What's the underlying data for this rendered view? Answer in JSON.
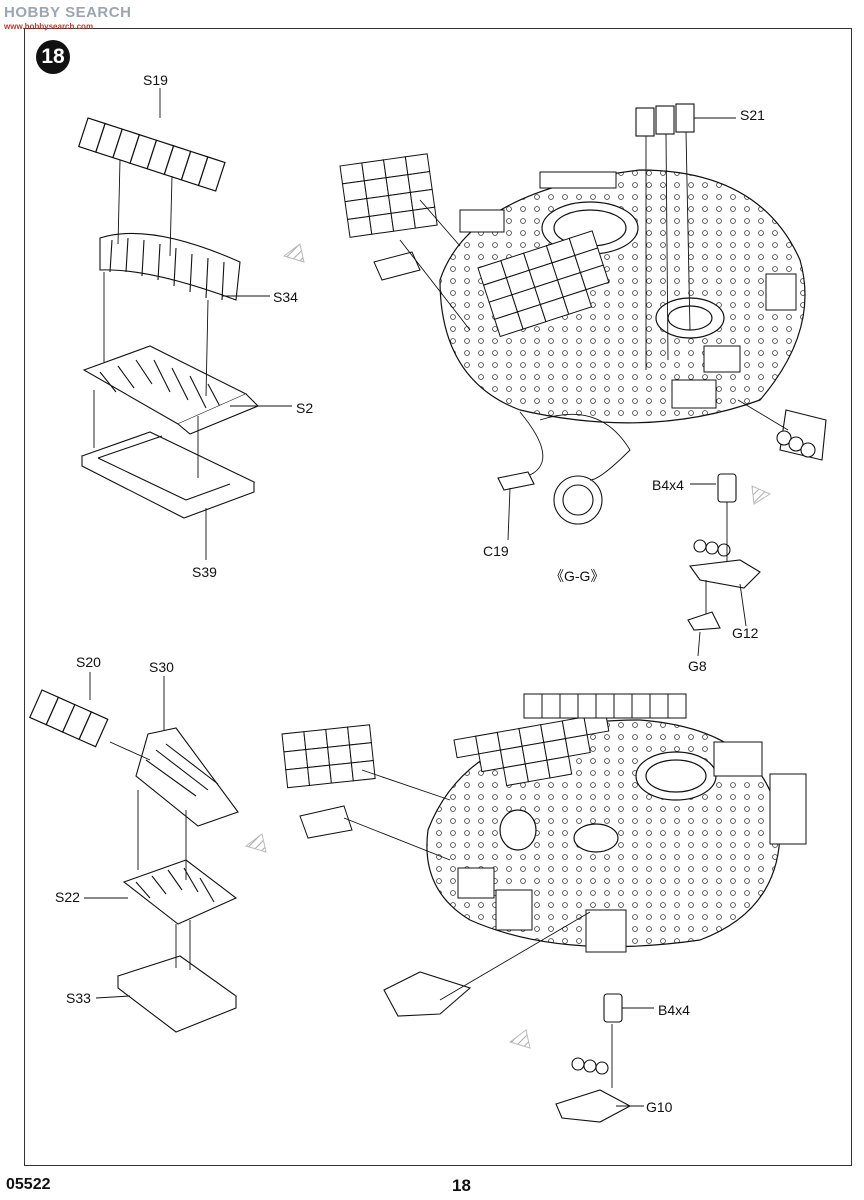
{
  "watermark": {
    "text": "HOBBY SEARCH",
    "url": "www.hobbysearch.com"
  },
  "step": {
    "number": "18"
  },
  "labels": {
    "s19": "S19",
    "s34": "S34",
    "s2": "S2",
    "s39": "S39",
    "s21": "S21",
    "c19": "C19",
    "gg": "《G-G》",
    "b4x4_top": "B4x4",
    "g12": "G12",
    "g8": "G8",
    "s20": "S20",
    "s30": "S30",
    "s22": "S22",
    "s33": "S33",
    "b4x4_bottom": "B4x4",
    "g10": "G10"
  },
  "footer": {
    "code": "05522",
    "page": "18"
  }
}
